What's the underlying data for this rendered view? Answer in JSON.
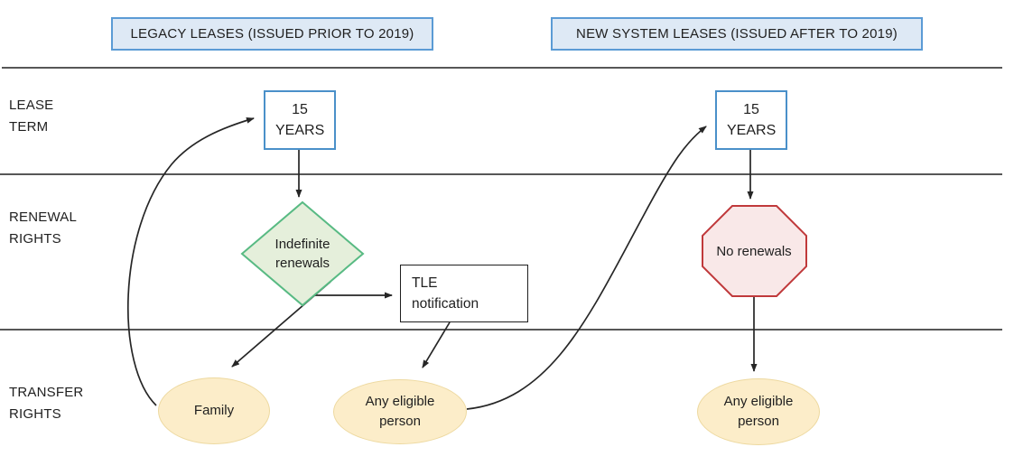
{
  "headers": {
    "legacy": "LEGACY LEASES (ISSUED PRIOR TO 2019)",
    "new_system": "NEW SYSTEM LEASES (ISSUED AFTER TO 2019)"
  },
  "row_labels": {
    "lease_term": "LEASE TERM",
    "renewal_rights": "RENEWAL RIGHTS",
    "transfer_rights": "TRANSFER RIGHTS"
  },
  "nodes": {
    "legacy_lease_term": "15 YEARS",
    "legacy_renewal": "Indefinite renewals",
    "tle_notification": "TLE notification",
    "legacy_transfer_family": "Family",
    "legacy_transfer_any": "Any eligible person",
    "new_lease_term": "15 YEARS",
    "new_renewal": "No renewals",
    "new_transfer_any": "Any eligible person"
  },
  "colors": {
    "header_fill": "#DEE9F5",
    "header_border": "#5B9BD5",
    "term_box_border": "#4A90C9",
    "diamond_fill": "#E5EFDB",
    "diamond_border": "#58BA83",
    "octagon_fill": "#F9E8E8",
    "octagon_border": "#C0393B",
    "ellipse_fill": "#FCEDC9",
    "ellipse_border": "#EDD9A0",
    "connector": "#262626",
    "divider": "#3F3F3F"
  }
}
